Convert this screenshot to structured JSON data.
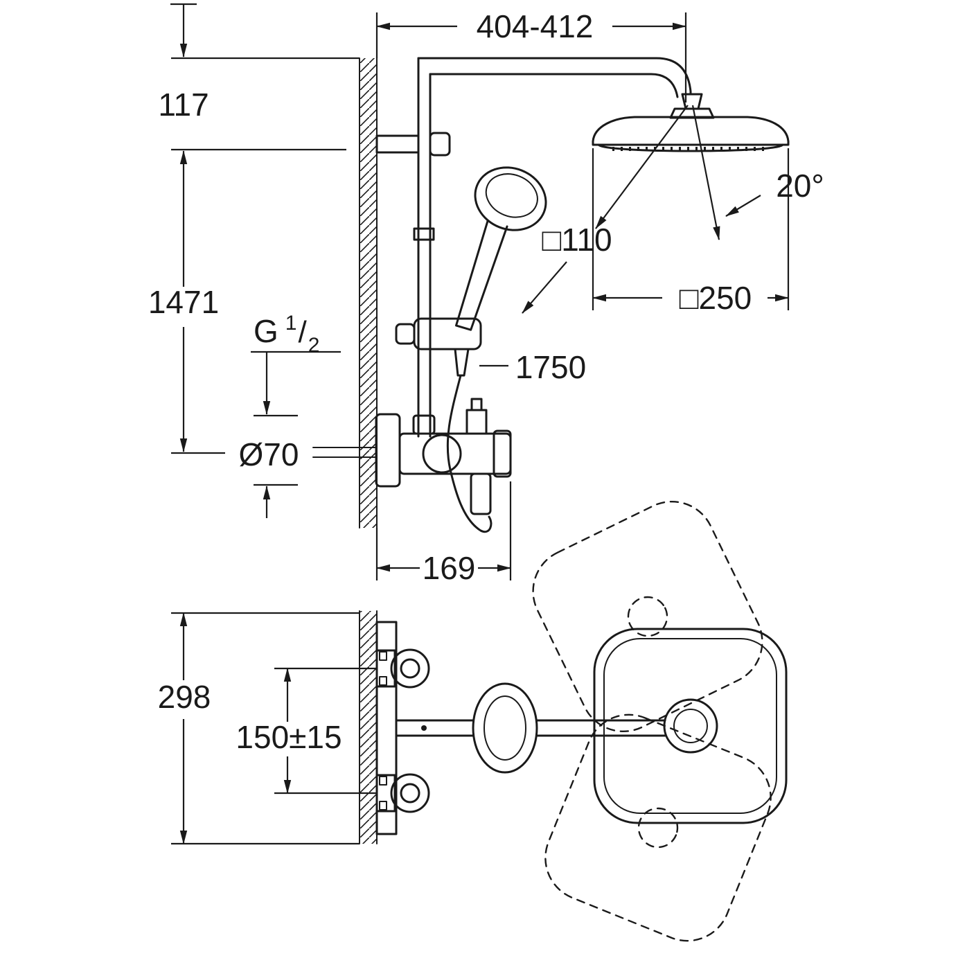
{
  "drawing": {
    "background": "#ffffff",
    "line_color": "#1a1a1a",
    "side_view": {
      "arm_reach": "404-412",
      "head_drop": "117",
      "riser_height": "1471",
      "tilt_angle": "20°",
      "hand_shower_size": "□110",
      "head_shower_size": "□250",
      "thread": {
        "prefix": "G",
        "numerator": "1",
        "slash": "/",
        "denominator": "2"
      },
      "rosette_diameter": "Ø70",
      "hose_length": "1750",
      "projection": "169"
    },
    "top_view": {
      "overall_width": "298",
      "connection_spacing": "150±15"
    }
  }
}
